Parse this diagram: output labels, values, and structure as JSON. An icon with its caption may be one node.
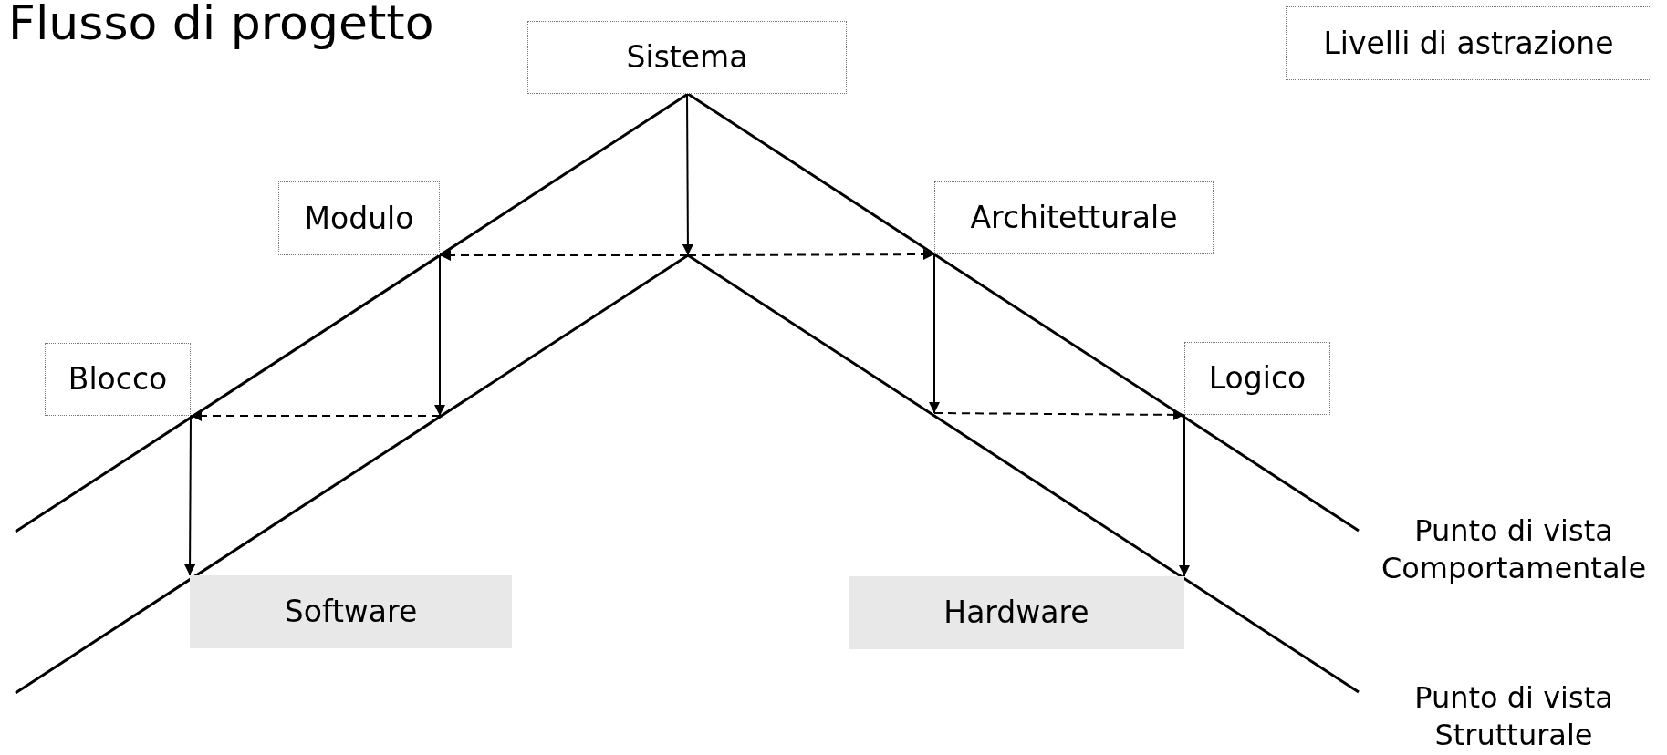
{
  "diagram": {
    "title": "Flusso di progetto",
    "nodes": [
      {
        "text": [
          "Sistema"
        ]
      },
      {
        "text": [
          "Livelli di astrazione"
        ]
      },
      {
        "text": [
          "Modulo"
        ]
      },
      {
        "text": [
          "Architetturale"
        ]
      },
      {
        "text": [
          "Blocco"
        ]
      },
      {
        "text": [
          "Logico"
        ]
      },
      {
        "text": [
          "Software"
        ]
      },
      {
        "text": [
          "Hardware"
        ]
      }
    ],
    "edges": [
      {
        "from": 0,
        "to": null,
        "arrow": "to"
      },
      {
        "from": null,
        "to": 2,
        "arrow": "to",
        "style": "dashed"
      },
      {
        "from": null,
        "to": 3,
        "arrow": "to",
        "style": "dashed"
      },
      {
        "from": 2,
        "to": null,
        "arrow": "to"
      },
      {
        "from": null,
        "to": 4,
        "arrow": "to",
        "style": "dashed"
      },
      {
        "from": 3,
        "to": null,
        "arrow": "to"
      },
      {
        "from": null,
        "to": 5,
        "arrow": "to",
        "style": "dashed"
      },
      {
        "from": 4,
        "to": 6,
        "arrow": "to"
      },
      {
        "from": 5,
        "to": 7,
        "arrow": "to"
      }
    ],
    "labels": [
      "Punto di vista Comportamentale",
      "Punto di vista Strutturale"
    ]
  }
}
